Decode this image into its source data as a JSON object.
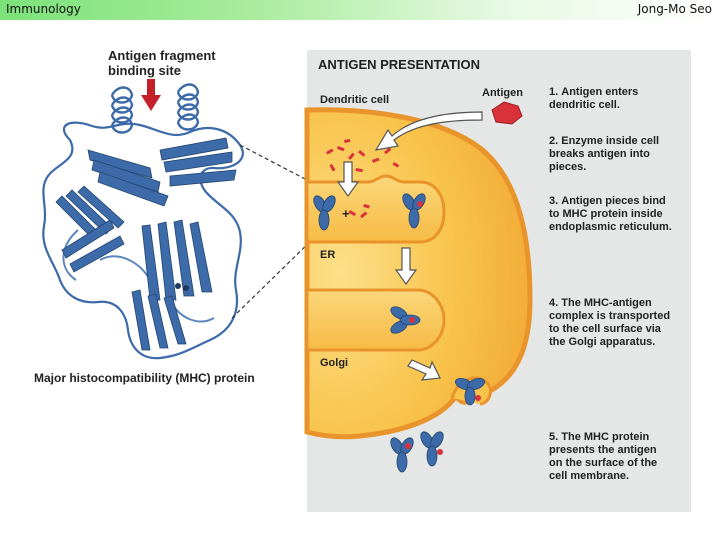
{
  "header": {
    "left": "Immunology",
    "right": "Jong-Mo Seo"
  },
  "figure": {
    "protein_panel": {
      "site_label_line1": "Antigen fragment",
      "site_label_line2": "binding site",
      "protein_caption": "Major histocompatibility (MHC) protein"
    },
    "presentation_panel": {
      "title": "ANTIGEN PRESENTATION",
      "dendritic_label": "Dendritic cell",
      "antigen_label": "Antigen",
      "plus_sign": "+",
      "er_label": "ER",
      "golgi_label": "Golgi",
      "steps": [
        {
          "number": "1.",
          "lines": [
            "Antigen enters",
            "dendritic cell."
          ]
        },
        {
          "number": "2.",
          "lines": [
            "Enzyme inside cell",
            "breaks antigen into",
            "pieces."
          ]
        },
        {
          "number": "3.",
          "lines": [
            "Antigen pieces bind",
            "to MHC protein inside",
            "endoplasmic reticulum."
          ]
        },
        {
          "number": "4.",
          "lines": [
            "The MHC-antigen",
            "complex is transported",
            "to the cell surface via",
            "the Golgi apparatus."
          ]
        },
        {
          "number": "5.",
          "lines": [
            "The MHC protein",
            "presents the antigen",
            "on the surface of the",
            "cell membrane."
          ]
        }
      ]
    }
  },
  "colors": {
    "header_green": "#7ce27a",
    "panel_gray": "#e5e6e6",
    "cell_yellow": "#f8c34a",
    "cell_orange": "#f2a93b",
    "protein_blue": "#3d6aa8",
    "arrow_red": "#c4202a",
    "antigen_red": "#d8333a"
  }
}
